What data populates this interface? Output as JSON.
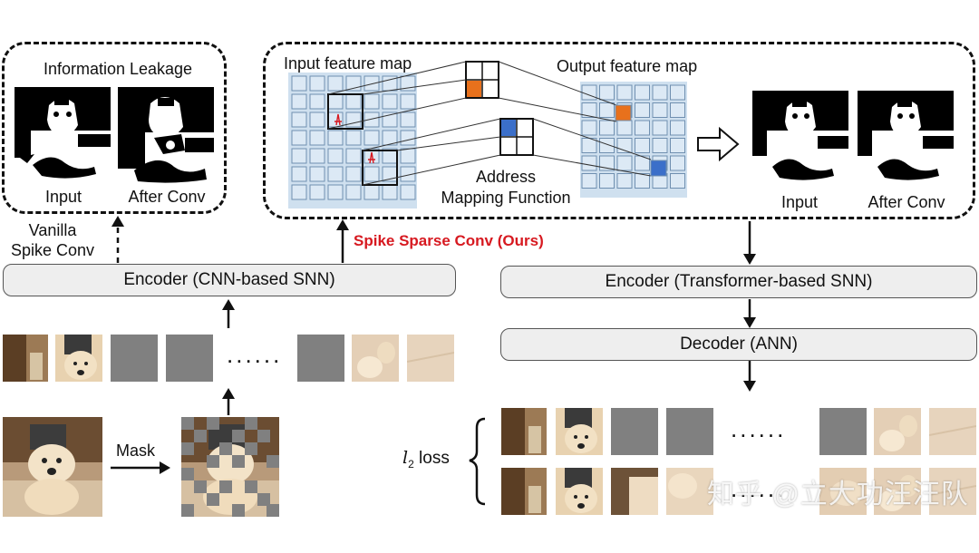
{
  "diagram": {
    "leak_box": {
      "title": "Information Leakage",
      "input_label": "Input",
      "after_label": "After Conv"
    },
    "sparse_box": {
      "input_map_label": "Input feature map",
      "output_map_label": "Output feature map",
      "address_label_1": "Address",
      "address_label_2": "Mapping Function",
      "input_label": "Input",
      "after_label": "After Conv"
    },
    "vanilla_label_1": "Vanilla",
    "vanilla_label_2": "Spike Conv",
    "ours_label": "Spike Sparse Conv (Ours)",
    "encoder_cnn": "Encoder (CNN-based SNN)",
    "encoder_transformer": "Encoder (Transformer-based SNN)",
    "decoder": "Decoder (ANN)",
    "mask_label": "Mask",
    "loss_label": "loss",
    "loss_symbol": "l",
    "loss_subscript": "2",
    "ellipsis": "......",
    "watermark": "知乎 @立大功汪汪队",
    "colors": {
      "grid_fill": "#dce9f5",
      "grid_stroke": "#6f8fb0",
      "orange": "#e8711c",
      "blue": "#3b6fc9",
      "mask_gray": "#808080",
      "red_text": "#d71920"
    }
  }
}
